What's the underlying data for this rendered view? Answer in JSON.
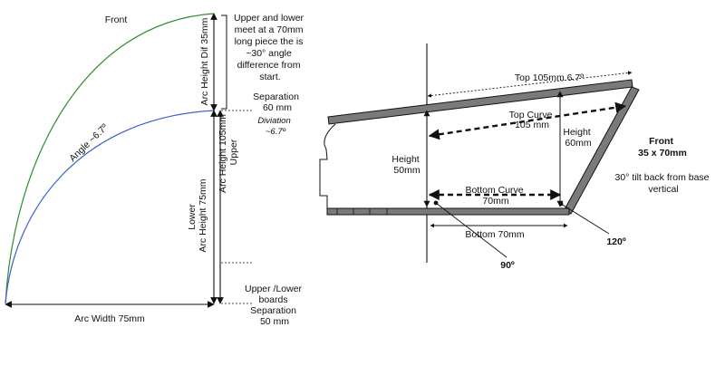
{
  "colors": {
    "front_curve": "#2e8b2e",
    "upper_curve": "#3a5fcd",
    "board_fill": "#7a7a7a",
    "line": "#111111"
  },
  "left_diagram": {
    "front_label": "Front",
    "angle_label": "Angle ~6.7º",
    "arc_height_diff_label": "Arc Height Dif 35mm",
    "upper_lower_note": [
      "Upper and lower",
      "meet at a 70mm",
      "long piece the is",
      "~30° angle",
      "difference from",
      "start."
    ],
    "separation_label": [
      "Separation",
      "60 mm"
    ],
    "deviation_label": [
      "Diviation",
      "~6.7º"
    ],
    "arc_height_upper_label": [
      "Arc Height 105mm",
      "Upper"
    ],
    "arc_height_lower_label": [
      "Lower",
      "Arc Height 75mm"
    ],
    "upper_lower_sep_label": [
      "Upper /Lower",
      "boards",
      "Separation",
      "50 mm"
    ],
    "arc_width_label": "Arc Width 75mm"
  },
  "right_diagram": {
    "top_label": "Top 105mm   6.7º",
    "top_curve_label": [
      "Top Curve",
      "105 mm"
    ],
    "height_left_label": [
      "Height",
      "50mm"
    ],
    "height_right_label": [
      "Height",
      "60mm"
    ],
    "bottom_curve_label": [
      "Bottom Curve",
      "70mm"
    ],
    "bottom_label": "Bottom 70mm",
    "angle_90_label": "90º",
    "angle_120_label": "120º",
    "front_title": [
      "Front",
      "35 x 70mm"
    ],
    "tilt_note": [
      "30° tilt back from base",
      "vertical"
    ]
  }
}
